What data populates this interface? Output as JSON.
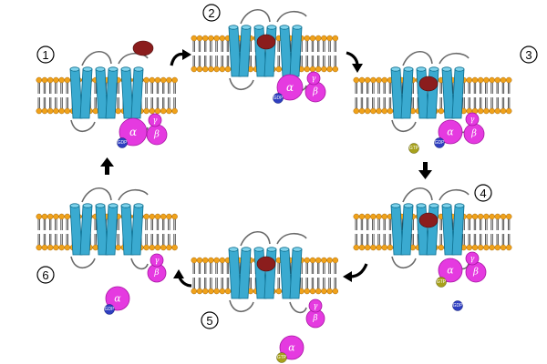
{
  "steps": [
    {
      "label": "1"
    },
    {
      "label": "2"
    },
    {
      "label": "3"
    },
    {
      "label": "4"
    },
    {
      "label": "5"
    },
    {
      "label": "6"
    }
  ],
  "subunits": {
    "alpha": "α",
    "beta": "β",
    "gamma": "γ"
  },
  "nucleotides": {
    "gdp": "GDP",
    "gtp": "GTP"
  },
  "colors": {
    "lipid_head": "#f0a21a",
    "helix": "#3aaad0",
    "g_protein": "#e53ae0",
    "ligand": "#8b1d1d",
    "gdp": "#2f3fc0",
    "gtp": "#a7a11c"
  }
}
